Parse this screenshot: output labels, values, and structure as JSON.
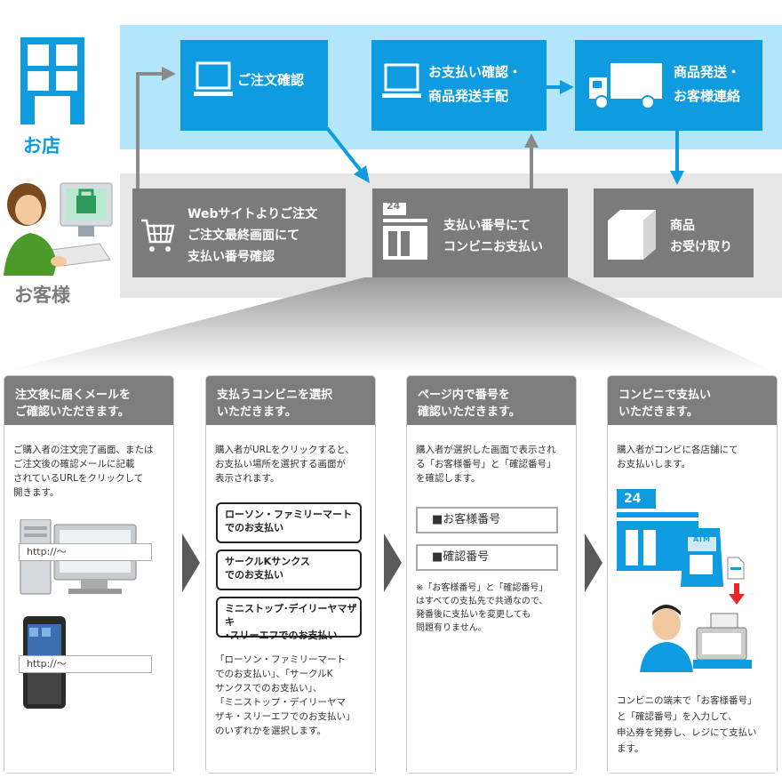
{
  "top": {
    "shop_label": "お店",
    "customer_label": "お客様",
    "box_order_confirm": "ご注文確認",
    "box_payment_confirm": [
      "お支払い確認・",
      "商品発送手配"
    ],
    "box_shipping": [
      "商品発送・",
      "お客様連絡"
    ],
    "box_web_order": [
      "Webサイトよりご注文",
      "ご注文最終画面にて",
      "支払い番号確認"
    ],
    "box_store_pay": [
      "支払い番号にて",
      "コンビニお支払い"
    ],
    "box_receive": [
      "商品",
      "お受け取り"
    ],
    "store_badge": "24"
  },
  "steps": [
    {
      "title": [
        "注文後に届くメールを",
        "ご確認いただきます。"
      ],
      "body": [
        "ご購入者の注文完了画面、または",
        "ご注文後の確認メールに記載",
        "されているURLをクリックして",
        "開きます。"
      ],
      "url_label": "http://～"
    },
    {
      "title": [
        "支払うコンビニを選択",
        "いただきます。"
      ],
      "body": [
        "購入者がURLをクリックすると、",
        "お支払い場所を選択する画面が",
        "表示されます。"
      ],
      "options": [
        [
          "ローソン・ファミリーマート",
          "でのお支払い"
        ],
        [
          "サークルKサンクス",
          "でのお支払い"
        ],
        [
          "ミニストップ･デイリーヤマザキ",
          "･スリーエフでのお支払い"
        ]
      ],
      "footer": [
        "「ローソン・ファミリーマート",
        "でのお支払い」、「サークルK",
        "サンクスでのお支払い」、",
        "「ミニストップ・デイリーヤマ",
        "ザキ・スリーエフでのお支払い」",
        "のいずれかを選択します。"
      ]
    },
    {
      "title": [
        "ページ内で番号を",
        "確認いただきます。"
      ],
      "body": [
        "購入者が選択した画面で表示され",
        "る「お客様番号」と「確認番号」",
        "を確認します。"
      ],
      "fields": [
        "■お客様番号",
        "■確認番号"
      ],
      "note": [
        "※「お客様番号」と「確認番号」",
        "はすべての支払先で共通なので、",
        "発番後に支払いを変更しても",
        "問題有りません。"
      ]
    },
    {
      "title": [
        "コンビニで支払い",
        "いただきます。"
      ],
      "body": [
        "購入者がコンビに各店舗にて",
        "お支払いします。"
      ],
      "store_badge": "24",
      "atm_label": "ATM",
      "footer": [
        "コンビニの端末で「お客様番号」",
        "と「確認番号」を入力して、",
        "申込券を発券し、レジにて支払い",
        "ます。"
      ]
    }
  ],
  "colors": {
    "blue": "#0e9bdf",
    "light_blue": "#b3e6fa",
    "gray_box": "#7b7b7b",
    "gray_band": "#e6e6e6",
    "red_arrow": "#e8262b"
  }
}
